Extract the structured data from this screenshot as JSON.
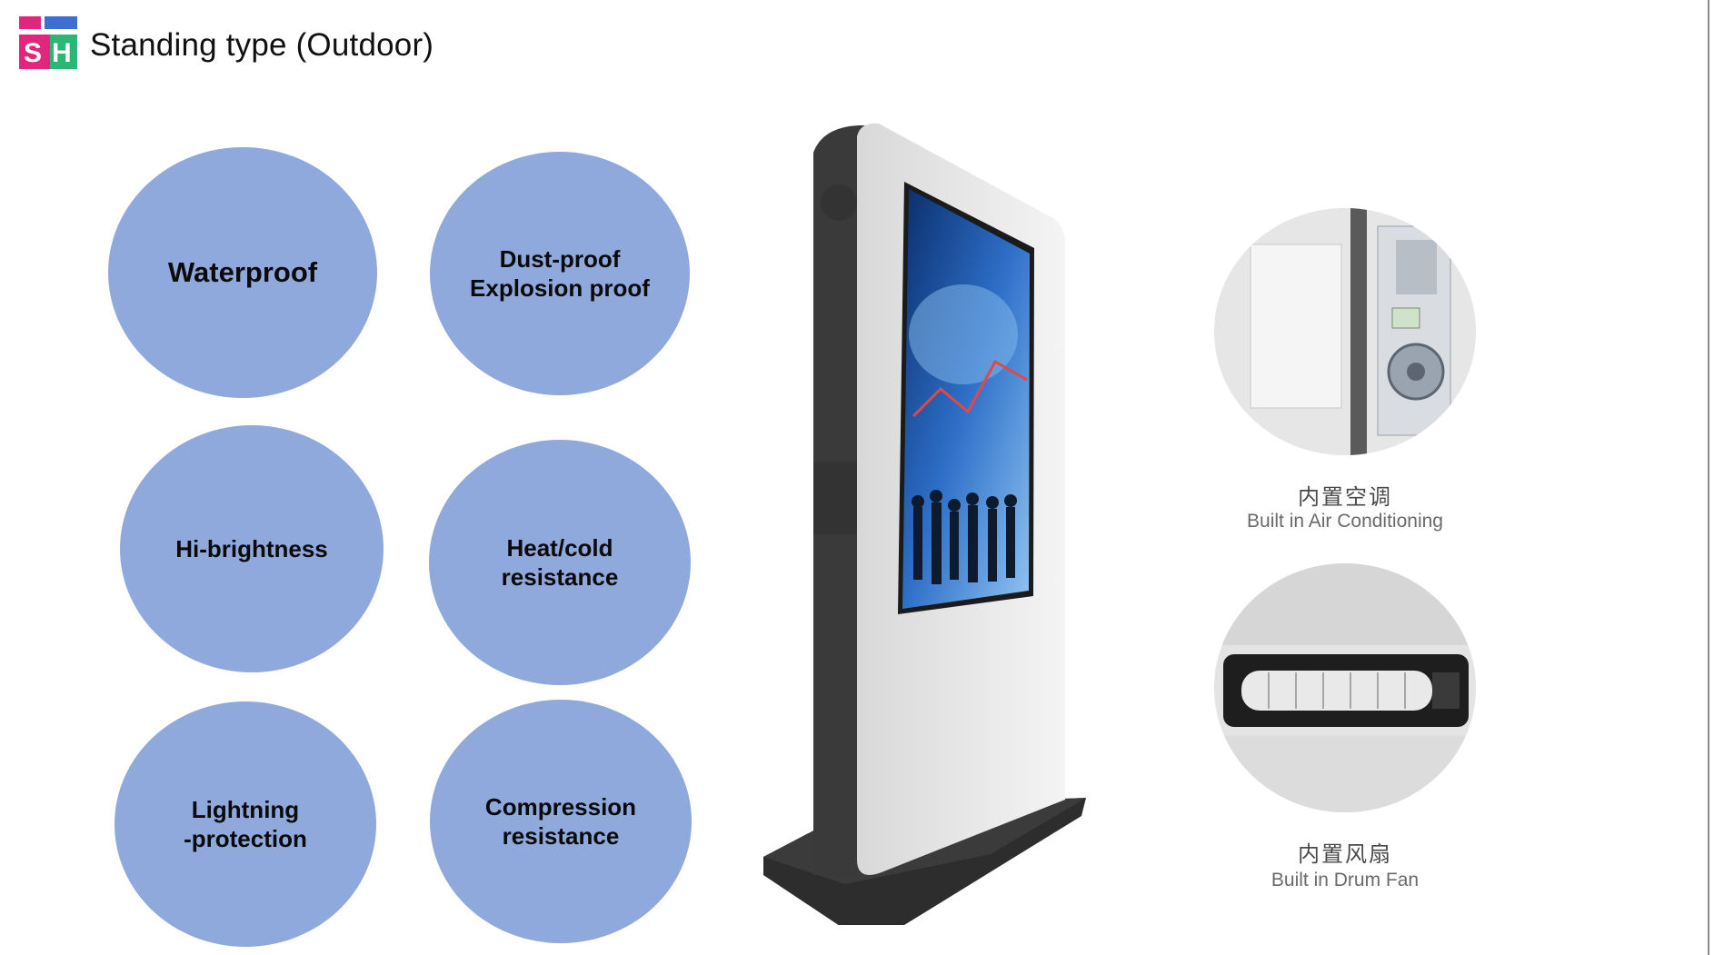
{
  "header": {
    "logo_text": "SH",
    "title": "Standing type (Outdoor)"
  },
  "features": [
    {
      "label": "Waterproof"
    },
    {
      "label": "Dust-proof\nExplosion proof"
    },
    {
      "label": "Hi-brightness"
    },
    {
      "label": "Heat/cold\nresistance"
    },
    {
      "label": "Lightning\n-protection"
    },
    {
      "label": "Compression\nresistance"
    }
  ],
  "details": [
    {
      "label_zh": "内置空调",
      "label_en": "Built in Air Conditioning",
      "icon": "air-conditioner-photo"
    },
    {
      "label_zh": "内置风扇",
      "label_en": "Built in Drum Fan",
      "icon": "drum-fan-photo"
    }
  ],
  "colors": {
    "feature_circle": "#90a9dc",
    "logo_pink": "#e2267e",
    "logo_green": "#2bb673",
    "logo_blue": "#3d6fd1"
  }
}
